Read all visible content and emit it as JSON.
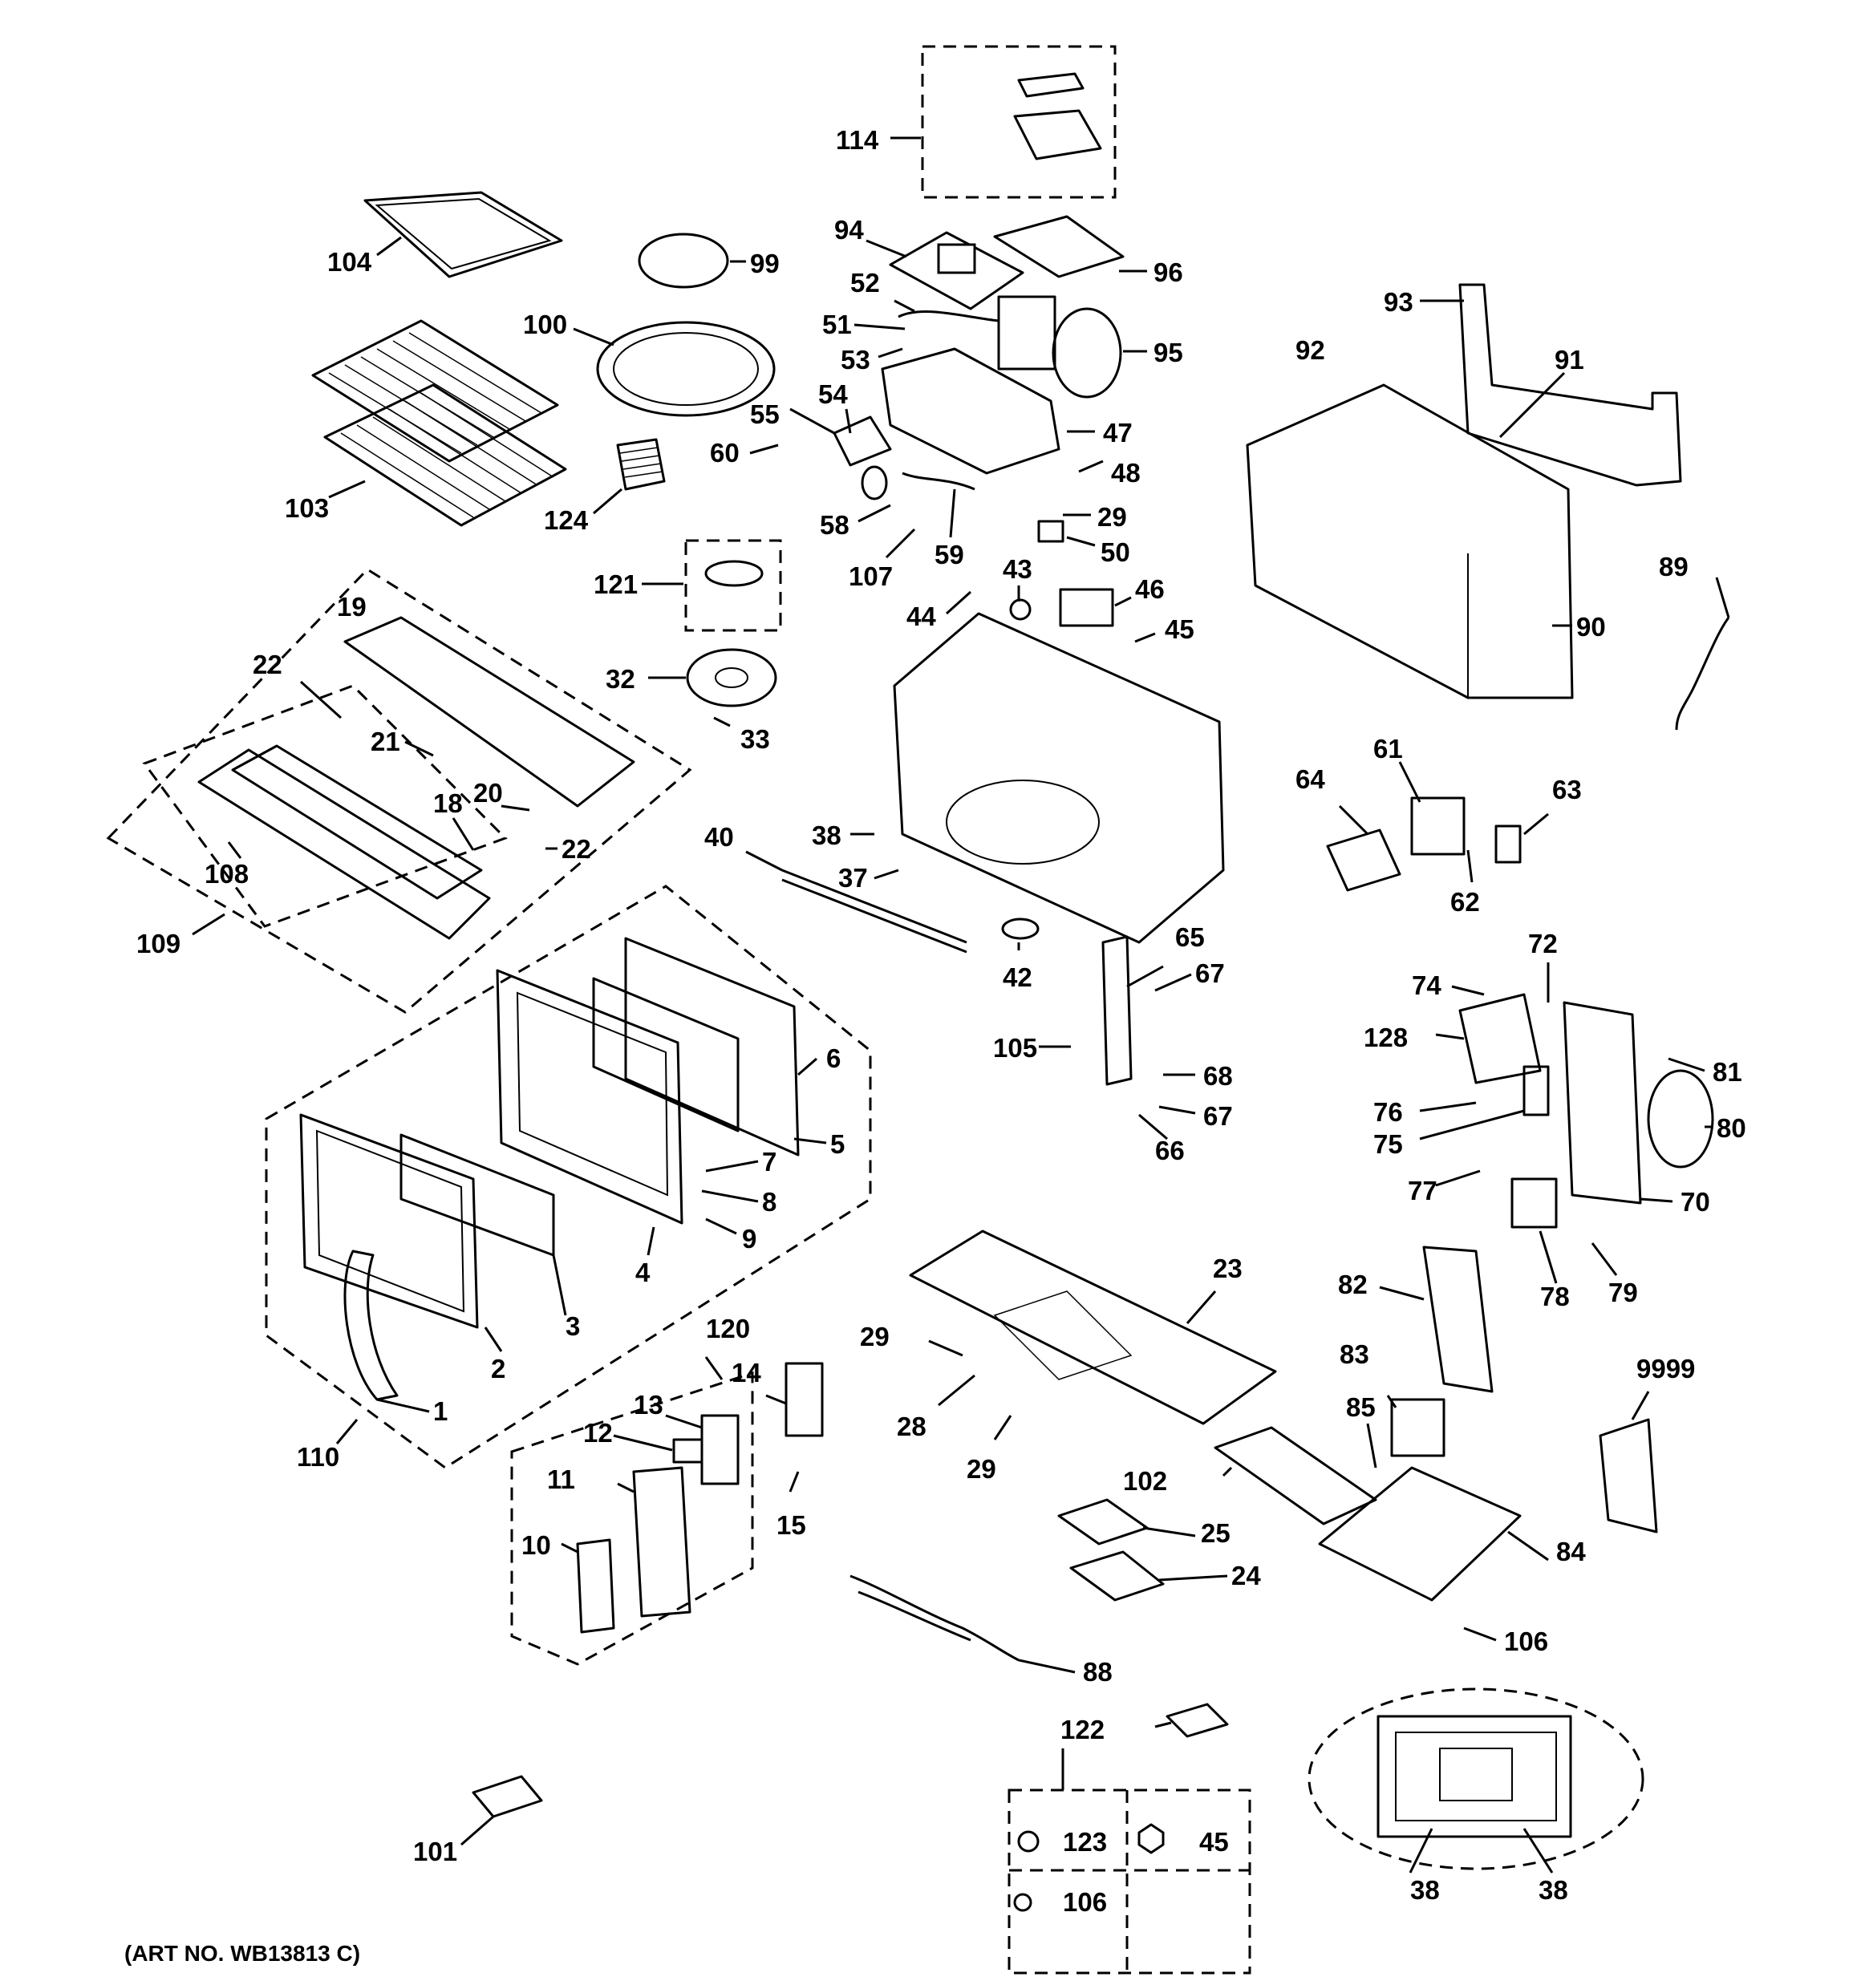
{
  "art_number": "(ART NO. WB13813 C)",
  "callouts": [
    {
      "id": "114",
      "label": "114"
    },
    {
      "id": "94",
      "label": "94"
    },
    {
      "id": "96",
      "label": "96"
    },
    {
      "id": "104",
      "label": "104"
    },
    {
      "id": "99",
      "label": "99"
    },
    {
      "id": "52",
      "label": "52"
    },
    {
      "id": "51",
      "label": "51"
    },
    {
      "id": "53",
      "label": "53"
    },
    {
      "id": "95",
      "label": "95"
    },
    {
      "id": "93",
      "label": "93"
    },
    {
      "id": "92",
      "label": "92"
    },
    {
      "id": "91",
      "label": "91"
    },
    {
      "id": "100",
      "label": "100"
    },
    {
      "id": "54",
      "label": "54"
    },
    {
      "id": "55",
      "label": "55"
    },
    {
      "id": "47",
      "label": "47"
    },
    {
      "id": "60",
      "label": "60"
    },
    {
      "id": "48",
      "label": "48"
    },
    {
      "id": "103",
      "label": "103"
    },
    {
      "id": "124",
      "label": "124"
    },
    {
      "id": "58",
      "label": "58"
    },
    {
      "id": "29a",
      "label": "29"
    },
    {
      "id": "50",
      "label": "50"
    },
    {
      "id": "107",
      "label": "107"
    },
    {
      "id": "59",
      "label": "59"
    },
    {
      "id": "121",
      "label": "121"
    },
    {
      "id": "43",
      "label": "43"
    },
    {
      "id": "89",
      "label": "89"
    },
    {
      "id": "44",
      "label": "44"
    },
    {
      "id": "46",
      "label": "46"
    },
    {
      "id": "19",
      "label": "19"
    },
    {
      "id": "90",
      "label": "90"
    },
    {
      "id": "45a",
      "label": "45"
    },
    {
      "id": "22a",
      "label": "22"
    },
    {
      "id": "32",
      "label": "32"
    },
    {
      "id": "33",
      "label": "33"
    },
    {
      "id": "21",
      "label": "21"
    },
    {
      "id": "61",
      "label": "61"
    },
    {
      "id": "64",
      "label": "64"
    },
    {
      "id": "63",
      "label": "63"
    },
    {
      "id": "18",
      "label": "18"
    },
    {
      "id": "20",
      "label": "20"
    },
    {
      "id": "22b",
      "label": "22"
    },
    {
      "id": "40",
      "label": "40"
    },
    {
      "id": "38a",
      "label": "38"
    },
    {
      "id": "108",
      "label": "108"
    },
    {
      "id": "62",
      "label": "62"
    },
    {
      "id": "37",
      "label": "37"
    },
    {
      "id": "109",
      "label": "109"
    },
    {
      "id": "72",
      "label": "72"
    },
    {
      "id": "65",
      "label": "65"
    },
    {
      "id": "42",
      "label": "42"
    },
    {
      "id": "67a",
      "label": "67"
    },
    {
      "id": "74",
      "label": "74"
    },
    {
      "id": "128",
      "label": "128"
    },
    {
      "id": "105",
      "label": "105"
    },
    {
      "id": "6",
      "label": "6"
    },
    {
      "id": "68",
      "label": "68"
    },
    {
      "id": "81",
      "label": "81"
    },
    {
      "id": "76",
      "label": "76"
    },
    {
      "id": "67b",
      "label": "67"
    },
    {
      "id": "80",
      "label": "80"
    },
    {
      "id": "5",
      "label": "5"
    },
    {
      "id": "75",
      "label": "75"
    },
    {
      "id": "66",
      "label": "66"
    },
    {
      "id": "7",
      "label": "7"
    },
    {
      "id": "77",
      "label": "77"
    },
    {
      "id": "8",
      "label": "8"
    },
    {
      "id": "70",
      "label": "70"
    },
    {
      "id": "9",
      "label": "9"
    },
    {
      "id": "4",
      "label": "4"
    },
    {
      "id": "79",
      "label": "79"
    },
    {
      "id": "23",
      "label": "23"
    },
    {
      "id": "78",
      "label": "78"
    },
    {
      "id": "3",
      "label": "3"
    },
    {
      "id": "82",
      "label": "82"
    },
    {
      "id": "120",
      "label": "120"
    },
    {
      "id": "29b",
      "label": "29"
    },
    {
      "id": "2",
      "label": "2"
    },
    {
      "id": "14",
      "label": "14"
    },
    {
      "id": "83",
      "label": "83"
    },
    {
      "id": "9999",
      "label": "9999"
    },
    {
      "id": "13",
      "label": "13"
    },
    {
      "id": "1",
      "label": "1"
    },
    {
      "id": "28",
      "label": "28"
    },
    {
      "id": "85",
      "label": "85"
    },
    {
      "id": "12",
      "label": "12"
    },
    {
      "id": "110",
      "label": "110"
    },
    {
      "id": "29c",
      "label": "29"
    },
    {
      "id": "11",
      "label": "11"
    },
    {
      "id": "102",
      "label": "102"
    },
    {
      "id": "15",
      "label": "15"
    },
    {
      "id": "84",
      "label": "84"
    },
    {
      "id": "25",
      "label": "25"
    },
    {
      "id": "10",
      "label": "10"
    },
    {
      "id": "24",
      "label": "24"
    },
    {
      "id": "106a",
      "label": "106"
    },
    {
      "id": "88",
      "label": "88"
    },
    {
      "id": "122",
      "label": "122"
    },
    {
      "id": "101",
      "label": "101"
    },
    {
      "id": "123",
      "label": "123"
    },
    {
      "id": "45b",
      "label": "45"
    },
    {
      "id": "106b",
      "label": "106"
    },
    {
      "id": "38b",
      "label": "38"
    },
    {
      "id": "38c",
      "label": "38"
    }
  ]
}
